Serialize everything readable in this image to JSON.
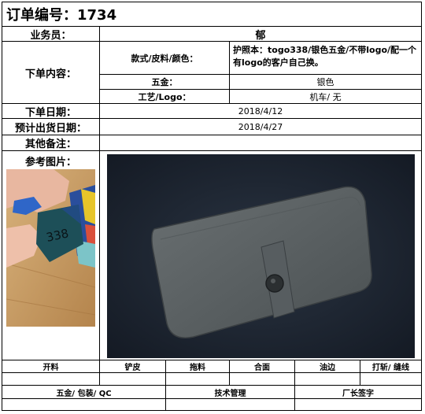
{
  "order": {
    "title": "订单编号：1734"
  },
  "rows": {
    "salesperson_label": "业务员：",
    "salesperson_value": "郁",
    "order_content_label": "下单内容：",
    "style_label": "款式/皮料/颜色：",
    "style_value": "护照本：togo338/银色五金/不带logo/配一个有logo的客户自己换。",
    "hardware_label": "五金：",
    "hardware_value": "银色",
    "craft_label": "工艺/Logo：",
    "craft_value": "机车/ 无",
    "order_date_label": "下单日期：",
    "order_date_value": "2018/4/12",
    "ship_date_label": "预计出货日期：",
    "ship_date_value": "2018/4/27",
    "notes_label": "其他备注：",
    "notes_value": "",
    "ref_label": "参考图片："
  },
  "photos": {
    "swatch_label": "338",
    "wallet_color": "#5b6163",
    "background_color": "#1c2430"
  },
  "process": {
    "row1": [
      "开料",
      "铲皮",
      "拖料",
      "合面",
      "油边",
      "打斩/ 缝线"
    ],
    "row2": [
      "五金/ 包装/ QC",
      "技术管理",
      "厂长签字"
    ]
  }
}
